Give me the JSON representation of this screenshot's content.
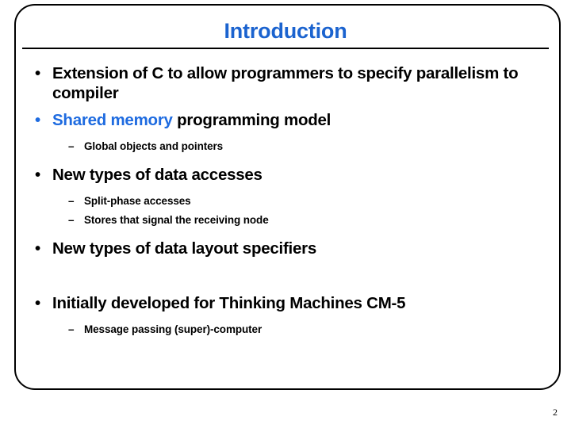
{
  "slide": {
    "title": "Introduction",
    "title_color": "#1B63CF",
    "accent_color": "#1E6BE0",
    "border_color": "#000000",
    "background_color": "#FFFFFF",
    "page_number": "2",
    "bullet_glyph": "•",
    "dash_glyph": "–",
    "content": [
      {
        "level": 1,
        "text": "Extension of C to allow programmers to specify parallelism to compiler"
      },
      {
        "level": 1,
        "text_accent": "Shared memory",
        "text_rest": " programming model"
      },
      {
        "level": 2,
        "text": "Global objects and pointers"
      },
      {
        "level": 1,
        "text": "New types of data accesses"
      },
      {
        "level": 2,
        "text": "Split-phase accesses"
      },
      {
        "level": 2,
        "text": "Stores that signal the receiving node"
      },
      {
        "level": 1,
        "text": "New types of data layout specifiers"
      },
      {
        "level": 1,
        "text": "Initially developed for Thinking Machines CM-5"
      },
      {
        "level": 2,
        "text": "Message passing (super)-computer"
      }
    ]
  }
}
